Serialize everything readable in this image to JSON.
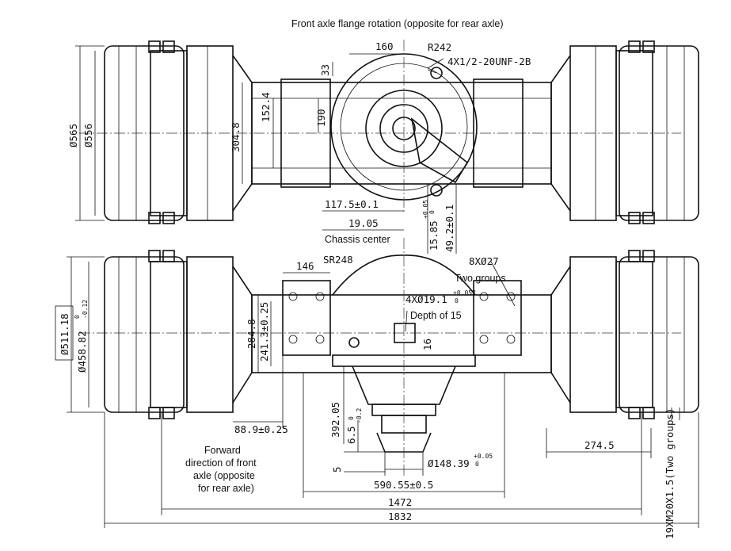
{
  "notes": {
    "rotation": "Front axle flange rotation (opposite for rear axle)",
    "chassis_center": "Chassis center",
    "two_groups": "Two groups",
    "depth": "Depth of 15",
    "forward_1": "Forward",
    "forward_2": "direction of front",
    "forward_3": "axle (opposite",
    "forward_4": "for rear axle)"
  },
  "dims": {
    "d160": "160",
    "r242": "R242",
    "thread": "4X1/2-20UNF-2B",
    "d33": "33",
    "d190": "190",
    "d152": "152.4",
    "d304": "304.8",
    "d565": "Ø565",
    "d556": "Ø556",
    "d117": "117.5±0.1",
    "d19": "19.05",
    "d15": "15.85",
    "d15_tol_top": "+0.05",
    "d15_tol_bot": "0",
    "d49": "49.2±0.1",
    "sr248": "SR248",
    "d146": "146",
    "holes8": "8XØ27",
    "holes4": "4XØ19.1",
    "holes4_tol_top": "+0.052",
    "holes4_tol_bot": "0",
    "d511": "Ø511.18",
    "d458": "Ø458.82",
    "d458_tol_top": "0",
    "d458_tol_bot": "-0.12",
    "d284": "284.8",
    "d241": "241.3±0.25",
    "d16": "16",
    "d88": "88.9±0.25",
    "d392": "392.05",
    "d6_5": "6.5",
    "d6_5_tol_top": "0",
    "d6_5_tol_bot": "-0.2",
    "d5": "5",
    "d148": "Ø148.39",
    "d148_tol_top": "+0.05",
    "d148_tol_bot": "0",
    "d590": "590.55±0.5",
    "d1472": "1472",
    "d1832": "1832",
    "d274": "274.5",
    "bolts": "19XM20X1.5(Two groups)"
  }
}
